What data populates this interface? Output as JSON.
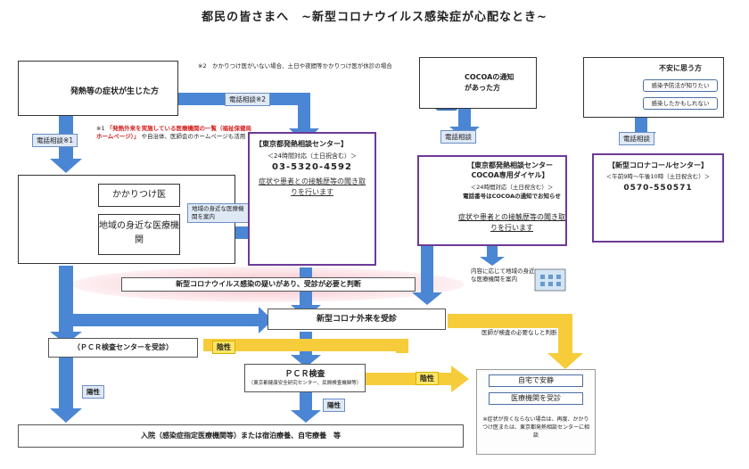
{
  "title": "都民の皆さまへ　~新型コロナウイルス感染症が心配なとき~",
  "fever": {
    "label": "発熱等の症状が生じた方"
  },
  "note2": {
    "text": "※2　かかりつけ医がいない場合、土日や夜間等かかりつけ医が休診の場合"
  },
  "phone_consult_2": "電話相談※2",
  "phone_consult_1": "電話相談※1",
  "note1": {
    "prefix": "※1",
    "red_text": "「発熱外来を実施している医療機関の一覧（福祉保健局ホームページ）」",
    "rest": "や自治体、医師会のホームページも活用"
  },
  "kakaritsuke": "かかりつけ医",
  "local_med": "地域の身近な医療機関",
  "guide_local": "地域の身近な医療機関を案内",
  "fever_center": {
    "title": "【東京都発熱相談センター】",
    "hours": "＜24時間対応（土日祝含む）＞",
    "phone": "03-5320-4592",
    "desc": "症状や患者との接触歴等の聞き取りを行います"
  },
  "cocoa_notify": {
    "label": "COCOAの通知があった方"
  },
  "phone_consult_cocoa": "電話相談",
  "cocoa_center": {
    "title": "【東京都発熱相談センターCOCOA専用ダイヤル】",
    "hours": "＜24時間対応（土日祝含む）＞",
    "note": "電話番号はCOCOAの通知でお知らせ",
    "desc": "症状や患者との接触歴等の聞き取りを行います"
  },
  "guide_cocoa": "内容に応じて地域の身近な医療機関を案内",
  "anxious": {
    "label": "不安に思う方",
    "bubble1": "感染予防法が知りたい",
    "bubble2": "感染したかもしれない"
  },
  "phone_consult_call": "電話相談",
  "call_center": {
    "title": "【新型コロナコールセンター】",
    "hours": "＜午前9時～午後10時（土日祝含む）＞",
    "phone": "0570-550571"
  },
  "suspect_banner": "新型コロナウイルス感染の疑いがあり、受診が必要と判断",
  "outpatient": "新型コロナ外来を受診",
  "no_test_needed": "医師が検査の必要なしと判断",
  "pcr_center": "（ＰＣＲ検査センターを受診）",
  "negative_1": "陰性",
  "negative_2": "陰性",
  "pcr_test": {
    "title": "ＰＣＲ検査",
    "sub": "（東京都健康安全研究センター、民間検査機関等）"
  },
  "positive_1": "陽性",
  "positive_2": "陽性",
  "home_rest": "自宅で安静",
  "med_visit": "医療機関を受診",
  "bottom_note": "※症状が良くならない場合は、再度、かかりつけ医または、東京都発熱相談センターに相談",
  "hospital": "入院（感染症指定医療機関等）または宿泊療養、自宅療養　等",
  "colors": {
    "blue_arrow": "#4a86d4",
    "yellow_arrow": "#f7cc3a",
    "purple": "#6d3a97",
    "pink": "#f5b6bf"
  }
}
